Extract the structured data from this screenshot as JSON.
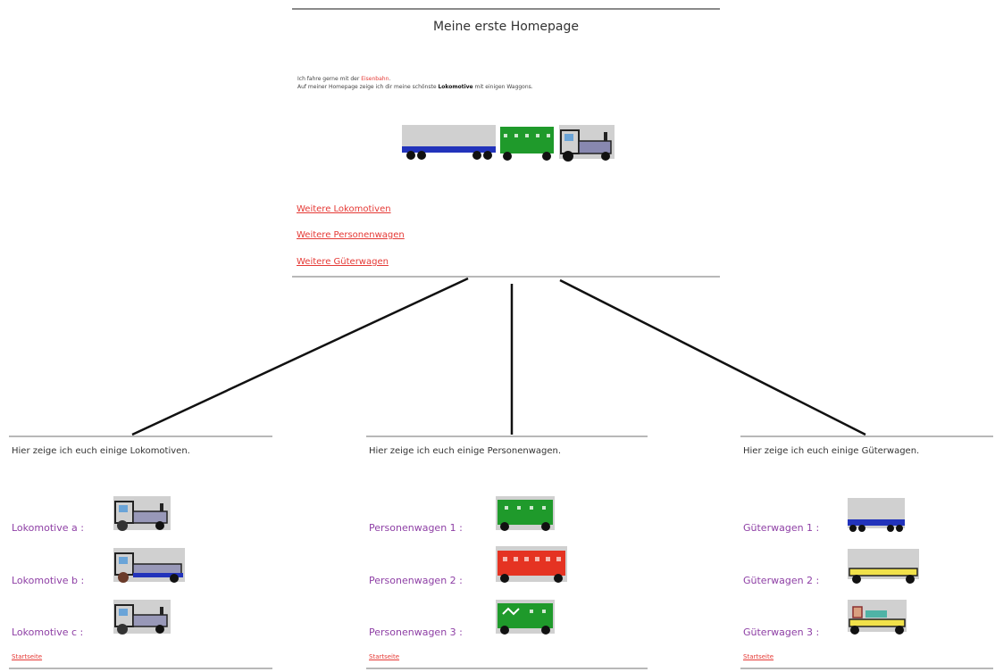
{
  "homepage": {
    "title": "Meine erste Homepage",
    "intro_line1_prefix": "Ich fahre gerne mit der ",
    "intro_line1_link": "Eisenbahn",
    "intro_line1_suffix": ".",
    "intro_line2_prefix": "Auf meiner Homepage zeige ich dir meine schönste ",
    "intro_line2_bold": "Lokomotive",
    "intro_line2_suffix": " mit einigen Waggons.",
    "links": [
      "Weitere Lokomotiven",
      "Weitere Personenwagen",
      "Weitere Güterwagen"
    ]
  },
  "subpages": [
    {
      "intro": "Hier zeige ich euch einige Lokomotiven.",
      "items": [
        "Lokomotive a :",
        "Lokomotive b :",
        "Lokomotive c :"
      ],
      "back_link": "Startseite"
    },
    {
      "intro": "Hier zeige ich euch einige Personenwagen.",
      "items": [
        "Personenwagen 1 :",
        "Personenwagen 2 :",
        "Personenwagen 3 :"
      ],
      "back_link": "Startseite"
    },
    {
      "intro": "Hier zeige ich euch einige Güterwagen.",
      "items": [
        "Güterwagen 1 :",
        "Güterwagen 2 :",
        "Güterwagen 3 :"
      ],
      "back_link": "Startseite"
    }
  ],
  "colors": {
    "link": "#e53935",
    "item_label": "#8e3fa5",
    "wagon_green": "#1f9a2b",
    "wagon_red": "#e53322",
    "wagon_blue": "#2233bb",
    "wagon_yellow": "#f1e14a"
  }
}
